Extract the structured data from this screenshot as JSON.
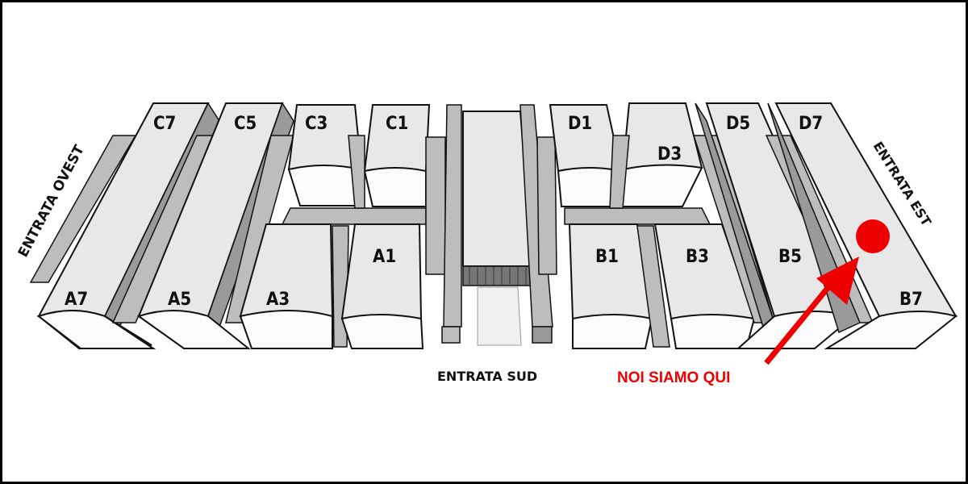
{
  "map": {
    "halls": [
      {
        "id": "C7",
        "label": "C7"
      },
      {
        "id": "C5",
        "label": "C5"
      },
      {
        "id": "C3",
        "label": "C3"
      },
      {
        "id": "C1",
        "label": "C1"
      },
      {
        "id": "D1",
        "label": "D1"
      },
      {
        "id": "D3",
        "label": "D3"
      },
      {
        "id": "D5",
        "label": "D5"
      },
      {
        "id": "D7",
        "label": "D7"
      },
      {
        "id": "A7",
        "label": "A7"
      },
      {
        "id": "A5",
        "label": "A5"
      },
      {
        "id": "A3",
        "label": "A3"
      },
      {
        "id": "A1",
        "label": "A1"
      },
      {
        "id": "B1",
        "label": "B1"
      },
      {
        "id": "B3",
        "label": "B3"
      },
      {
        "id": "B5",
        "label": "B5"
      },
      {
        "id": "B7",
        "label": "B7"
      }
    ],
    "entrances": {
      "west": "ENTRATA OVEST",
      "south": "ENTRATA SUD",
      "east": "ENTRATA EST"
    },
    "you_are_here": {
      "label": "NOI SIAMO QUI",
      "color": "#ee0000",
      "location_hall": "B7"
    },
    "colors": {
      "border": "#000000",
      "hall_fill": "#e8e8e8",
      "corridor_fill": "#bdbdbd",
      "marker": "#ee0000"
    }
  }
}
